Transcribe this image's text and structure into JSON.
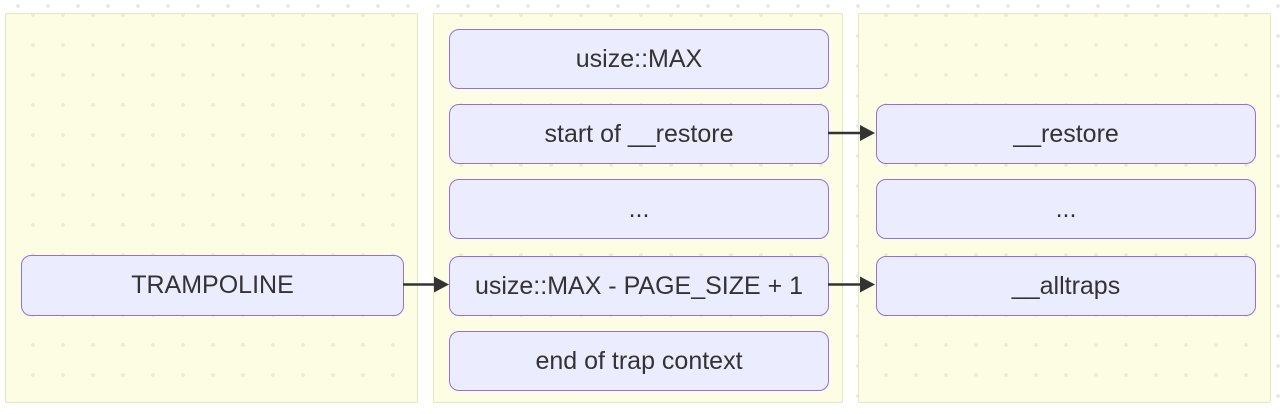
{
  "diagram": {
    "type": "memory-layout-flowchart",
    "columns": {
      "left": {
        "nodes": [
          {
            "id": "trampoline",
            "label": "TRAMPOLINE"
          }
        ]
      },
      "middle": {
        "nodes": [
          {
            "id": "usize-max",
            "label": "usize::MAX"
          },
          {
            "id": "start-of-restore",
            "label": "start of __restore"
          },
          {
            "id": "mid-ellipsis",
            "label": "..."
          },
          {
            "id": "usize-max-page-size",
            "label": "usize::MAX - PAGE_SIZE + 1"
          },
          {
            "id": "end-of-trap-context",
            "label": "end of trap context"
          }
        ]
      },
      "right": {
        "nodes": [
          {
            "id": "restore",
            "label": "__restore"
          },
          {
            "id": "right-ellipsis",
            "label": "..."
          },
          {
            "id": "alltraps",
            "label": "__alltraps"
          }
        ]
      }
    },
    "edges": [
      {
        "from": "trampoline",
        "to": "usize-max-page-size"
      },
      {
        "from": "start-of-restore",
        "to": "restore"
      },
      {
        "from": "usize-max-page-size",
        "to": "alltraps"
      }
    ],
    "colors": {
      "node_fill": "#ECECFF",
      "node_border": "#9370DB",
      "cluster_fill": "#fdfde4",
      "cluster_border": "#e6e6c0",
      "text": "#333333",
      "arrow": "#333333",
      "background_dots": "#e6e6e6"
    }
  }
}
